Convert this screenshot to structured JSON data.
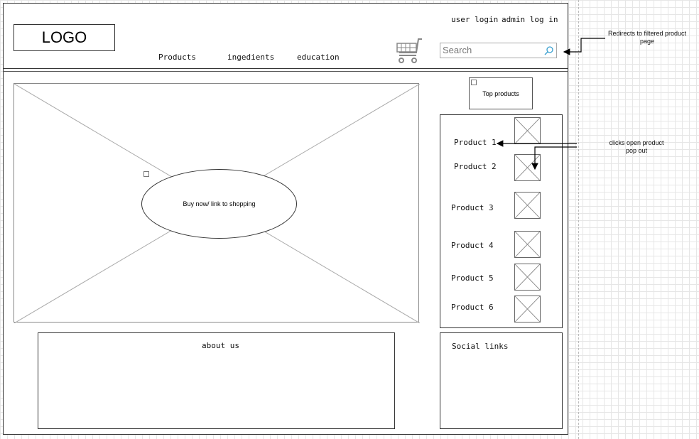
{
  "header": {
    "logo": "LOGO",
    "user_login": "user login",
    "admin_login": "admin log in",
    "nav": [
      "Products",
      "ingedients",
      "education"
    ],
    "search_placeholder": "Search",
    "cart_icon": "shopping-cart-icon",
    "search_icon": "magnifier-icon"
  },
  "hero": {
    "cta": "Buy now/ link to shopping"
  },
  "top_products": {
    "title": "Top products",
    "items": [
      "Product 1",
      "Product 2",
      "Product 3",
      "Product 4",
      "Product 5",
      "Product 6"
    ]
  },
  "about": {
    "title": "about us"
  },
  "social": {
    "title": "Social links"
  },
  "annotations": {
    "search_note": "Redirects to filtered product page",
    "product_note": "clicks open product pop out"
  }
}
